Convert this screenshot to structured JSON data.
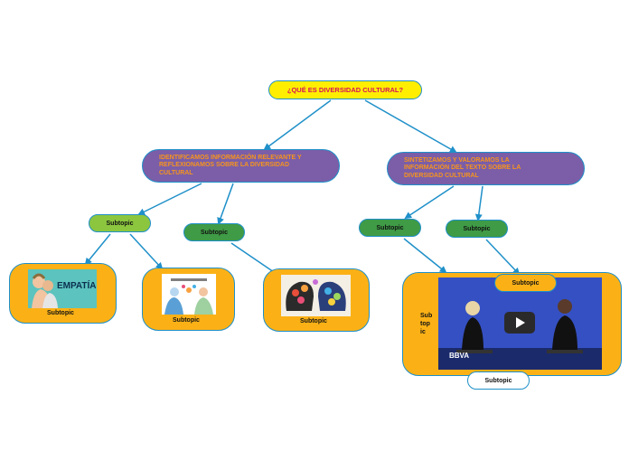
{
  "root": {
    "label": "¿QUÉ ES DIVERSIDAD CULTURAL?"
  },
  "branches": [
    {
      "label": "IDENTIFICAMOS INFORMACIÓN RELEVANTE Y REFLEXIONAMOS SOBRE LA DIVERSIDAD CULTURAL"
    },
    {
      "label": "SINTETIZAMOS Y VALORAMOS LA INFORMACIÓN DEL TEXTO SOBRE LA DIVERSIDAD CULTURAL"
    }
  ],
  "subtopics": {
    "s1": "Subtopic",
    "s2": "Subtopic",
    "s3": "Subtopic",
    "s4": "Subtopic",
    "s5": "Subtopic",
    "s6": "Subtopic",
    "s7": "Subtopic",
    "s8": "Subtopic"
  },
  "video_card": {
    "side_label": "Sub\ntop\nic"
  },
  "images": {
    "empatia_text": "EMPATÍA",
    "video_logo": "BBVA"
  },
  "colors": {
    "root_fill": "#ffee00",
    "root_text": "#d4145a",
    "branch_fill": "#7b5ea7",
    "branch_text": "#f7941d",
    "light_green": "#8cc63f",
    "dark_green": "#3f9b46",
    "card_fill": "#fbb116",
    "connector": "#1f90c9"
  },
  "icons": [
    "play-icon"
  ]
}
